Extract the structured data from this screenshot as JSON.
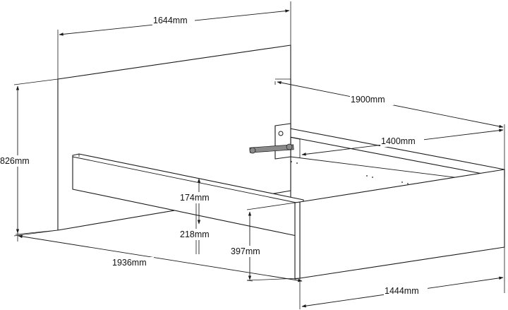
{
  "dimensions": {
    "headboard_width": "1644mm",
    "headboard_height": "826mm",
    "side_rail_length": "1936mm",
    "upper_rail_length": "1900mm",
    "inner_length": "1400mm",
    "side_rail_height": "174mm",
    "ground_clearance": "218mm",
    "footboard_height": "397mm",
    "footboard_width": "1444mm"
  }
}
